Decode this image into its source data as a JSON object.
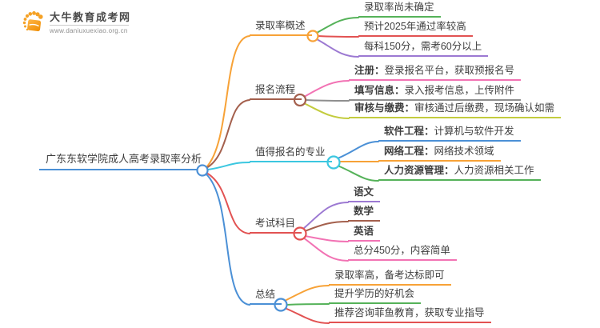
{
  "logo": {
    "site_name": "大牛教育成考网",
    "site_url": "www.daniuxuexiao.org.cn",
    "icon": "book-sunburst-icon",
    "brand_color": "#F39211"
  },
  "palette": {
    "root_blue": "#4B90D6",
    "branch1_orange": "#F7A237",
    "branch2_brown": "#A4604D",
    "branch3_cyan": "#3CC7E0",
    "branch4_red": "#E25252",
    "branch5_blue": "#4B90D6",
    "green": "#55B259",
    "purple": "#9C79D2",
    "pink": "#F273B4",
    "gray": "#8F8F8F",
    "yellowgreen": "#C3CC3E",
    "text_ink": "#3E3E3E"
  },
  "mindmap": {
    "root": {
      "label": "广东东软学院成人高考录取率分析"
    },
    "branches": [
      {
        "label": "录取率概述",
        "children": [
          {
            "prefix": "",
            "text": "录取率尚未确定"
          },
          {
            "prefix": "",
            "text": "预计2025年通过率较高"
          },
          {
            "prefix": "",
            "text": "每科150分，需考60分以上"
          }
        ]
      },
      {
        "label": "报名流程",
        "children": [
          {
            "prefix": "注册：",
            "text": "登录报名平台，获取预报名号"
          },
          {
            "prefix": "填写信息：",
            "text": "录入报考信息，上传附件"
          },
          {
            "prefix": "审核与缴费：",
            "text": "审核通过后缴费，现场确认如需"
          }
        ]
      },
      {
        "label": "值得报名的专业",
        "children": [
          {
            "prefix": "软件工程：",
            "text": "计算机与软件开发"
          },
          {
            "prefix": "网络工程：",
            "text": "网络技术领域"
          },
          {
            "prefix": "人力资源管理：",
            "text": "人力资源相关工作"
          }
        ]
      },
      {
        "label": "考试科目",
        "children": [
          {
            "prefix": "语文",
            "text": ""
          },
          {
            "prefix": "数学",
            "text": ""
          },
          {
            "prefix": "英语",
            "text": ""
          },
          {
            "prefix": "",
            "text": "总分450分，内容简单"
          }
        ]
      },
      {
        "label": "总结",
        "children": [
          {
            "prefix": "",
            "text": "录取率高，备考达标即可"
          },
          {
            "prefix": "",
            "text": "提升学历的好机会"
          },
          {
            "prefix": "",
            "text": "推荐咨询菲鱼教育，获取专业指导"
          }
        ]
      }
    ]
  }
}
